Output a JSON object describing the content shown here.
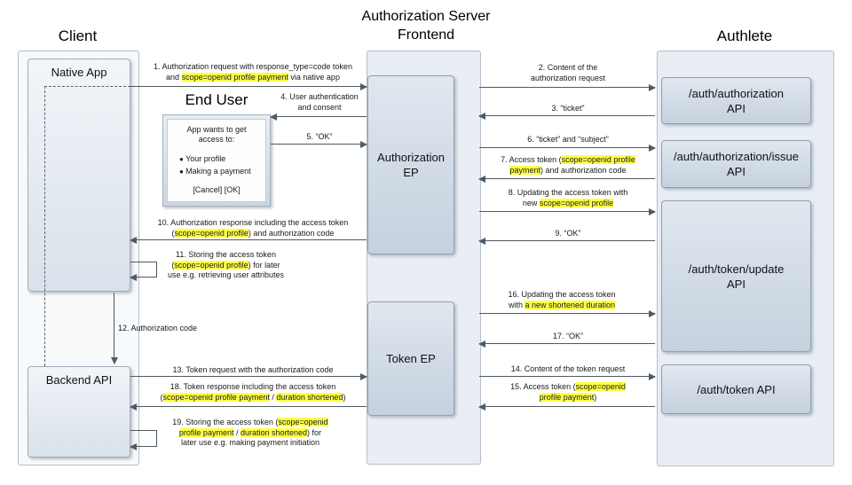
{
  "page": {
    "title_line1": "Authorization Server",
    "title_line2": "Frontend"
  },
  "actors": {
    "client": "Client",
    "authlete": "Authlete",
    "end_user": "End User"
  },
  "boxes": {
    "native_app": {
      "line1": "Native App"
    },
    "backend_api": {
      "line1": "Backend API"
    },
    "authorization_ep": {
      "line1": "Authorization",
      "line2": "EP"
    },
    "token_ep": {
      "line1": "Token EP"
    },
    "auth_authorization_api": {
      "line1": "/auth/authorization",
      "line2": "API"
    },
    "auth_authorization_issue_api": {
      "line1": "/auth/authorization/issue",
      "line2": "API"
    },
    "auth_token_update_api": {
      "line1": "/auth/token/update",
      "line2": "API"
    },
    "auth_token_api": {
      "line1": "/auth/token API"
    }
  },
  "dialog": {
    "heading": "App wants to get access to:",
    "items": [
      "Your profile",
      "Making a payment"
    ],
    "buttons": "[Cancel] [OK]"
  },
  "colors": {
    "highlight": "#ffff47",
    "line": "#4e5a64",
    "box_fill_top": "#e0e7ef",
    "box_fill_bottom": "#c5d1de",
    "container_fill": "#e9eef4"
  },
  "messages": {
    "m1": {
      "lines": [
        [
          {
            "t": "1. Authorization request with response_type=code token"
          }
        ],
        [
          {
            "t": "and "
          },
          {
            "t": "scope=openid profile payment",
            "hl": true
          },
          {
            "t": " via native app"
          }
        ]
      ]
    },
    "m2": {
      "lines": [
        [
          {
            "t": "2. Content of the"
          }
        ],
        [
          {
            "t": "authorization request"
          }
        ]
      ]
    },
    "m3": {
      "lines": [
        [
          {
            "t": "3. “ticket”"
          }
        ]
      ]
    },
    "m4": {
      "lines": [
        [
          {
            "t": "4. User authentication"
          }
        ],
        [
          {
            "t": "and consent"
          }
        ]
      ]
    },
    "m5": {
      "lines": [
        [
          {
            "t": "5. “OK”"
          }
        ]
      ]
    },
    "m6": {
      "lines": [
        [
          {
            "t": "6. “ticket” and “subject”"
          }
        ]
      ]
    },
    "m7": {
      "lines": [
        [
          {
            "t": "7. Access token ("
          },
          {
            "t": "scope=openid profile",
            "hl": true
          }
        ],
        [
          {
            "t": "payment",
            "hl": true
          },
          {
            "t": ") and authorization code"
          }
        ]
      ]
    },
    "m8": {
      "lines": [
        [
          {
            "t": "8. Updating the access token with"
          }
        ],
        [
          {
            "t": "new "
          },
          {
            "t": "scope=openid profile",
            "hl": true
          }
        ]
      ]
    },
    "m9": {
      "lines": [
        [
          {
            "t": "9. “OK”"
          }
        ]
      ]
    },
    "m10": {
      "lines": [
        [
          {
            "t": "10. Authorization response including the access token"
          }
        ],
        [
          {
            "t": "("
          },
          {
            "t": "scope=openid profile",
            "hl": true
          },
          {
            "t": ") and authorization code"
          }
        ]
      ]
    },
    "m11": {
      "lines": [
        [
          {
            "t": "11. Storing the access token"
          }
        ],
        [
          {
            "t": "("
          },
          {
            "t": "scope=openid profile",
            "hl": true
          },
          {
            "t": ") for later"
          }
        ],
        [
          {
            "t": "use e.g. retrieving user attributes"
          }
        ]
      ]
    },
    "m12": {
      "lines": [
        [
          {
            "t": "12. Authorization code"
          }
        ]
      ]
    },
    "m13": {
      "lines": [
        [
          {
            "t": "13. Token request with the authorization code"
          }
        ]
      ]
    },
    "m14": {
      "lines": [
        [
          {
            "t": "14. Content of the token request"
          }
        ]
      ]
    },
    "m15": {
      "lines": [
        [
          {
            "t": "15. Access token ("
          },
          {
            "t": "scope=openid",
            "hl": true
          }
        ],
        [
          {
            "t": "profile payment",
            "hl": true
          },
          {
            "t": ")"
          }
        ]
      ]
    },
    "m16": {
      "lines": [
        [
          {
            "t": "16. Updating the access token"
          }
        ],
        [
          {
            "t": "with "
          },
          {
            "t": "a new shortened duration",
            "hl": true
          }
        ]
      ]
    },
    "m17": {
      "lines": [
        [
          {
            "t": "17. “OK”"
          }
        ]
      ]
    },
    "m18": {
      "lines": [
        [
          {
            "t": "18. Token response including the access token"
          }
        ],
        [
          {
            "t": "("
          },
          {
            "t": "scope=openid profile payment",
            "hl": true
          },
          {
            "t": " / "
          },
          {
            "t": "duration shortened",
            "hl": true
          },
          {
            "t": ")"
          }
        ]
      ]
    },
    "m19": {
      "lines": [
        [
          {
            "t": "19. Storing the access token ("
          },
          {
            "t": "scope=openid",
            "hl": true
          }
        ],
        [
          {
            "t": "profile payment",
            "hl": true
          },
          {
            "t": " / "
          },
          {
            "t": "duration shortened",
            "hl": true
          },
          {
            "t": ") for"
          }
        ],
        [
          {
            "t": "later use e.g. making payment initiation"
          }
        ]
      ]
    }
  }
}
